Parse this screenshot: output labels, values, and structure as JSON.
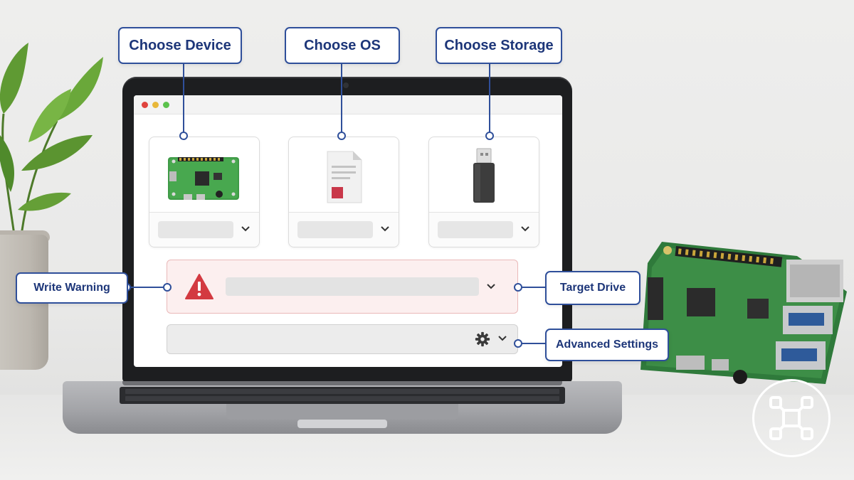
{
  "callouts": {
    "choose_device": "Choose Device",
    "choose_os": "Choose OS",
    "choose_storage": "Choose Storage",
    "write_warning": "Write Warning",
    "target_drive": "Target Drive",
    "advanced_settings": "Advanced Settings"
  },
  "app": {
    "cards": [
      {
        "name": "device",
        "icon": "raspberry-pi-board-icon"
      },
      {
        "name": "os",
        "icon": "document-icon"
      },
      {
        "name": "storage",
        "icon": "usb-drive-icon"
      }
    ],
    "warning_icon": "warning-triangle-icon",
    "settings_icon": "gear-icon"
  },
  "colors": {
    "callout_border": "#2f4f9a",
    "callout_text": "#1d3679",
    "warning_bg": "#fcefef",
    "warning_border": "#eab9b9",
    "warning_icon": "#d33a41"
  }
}
